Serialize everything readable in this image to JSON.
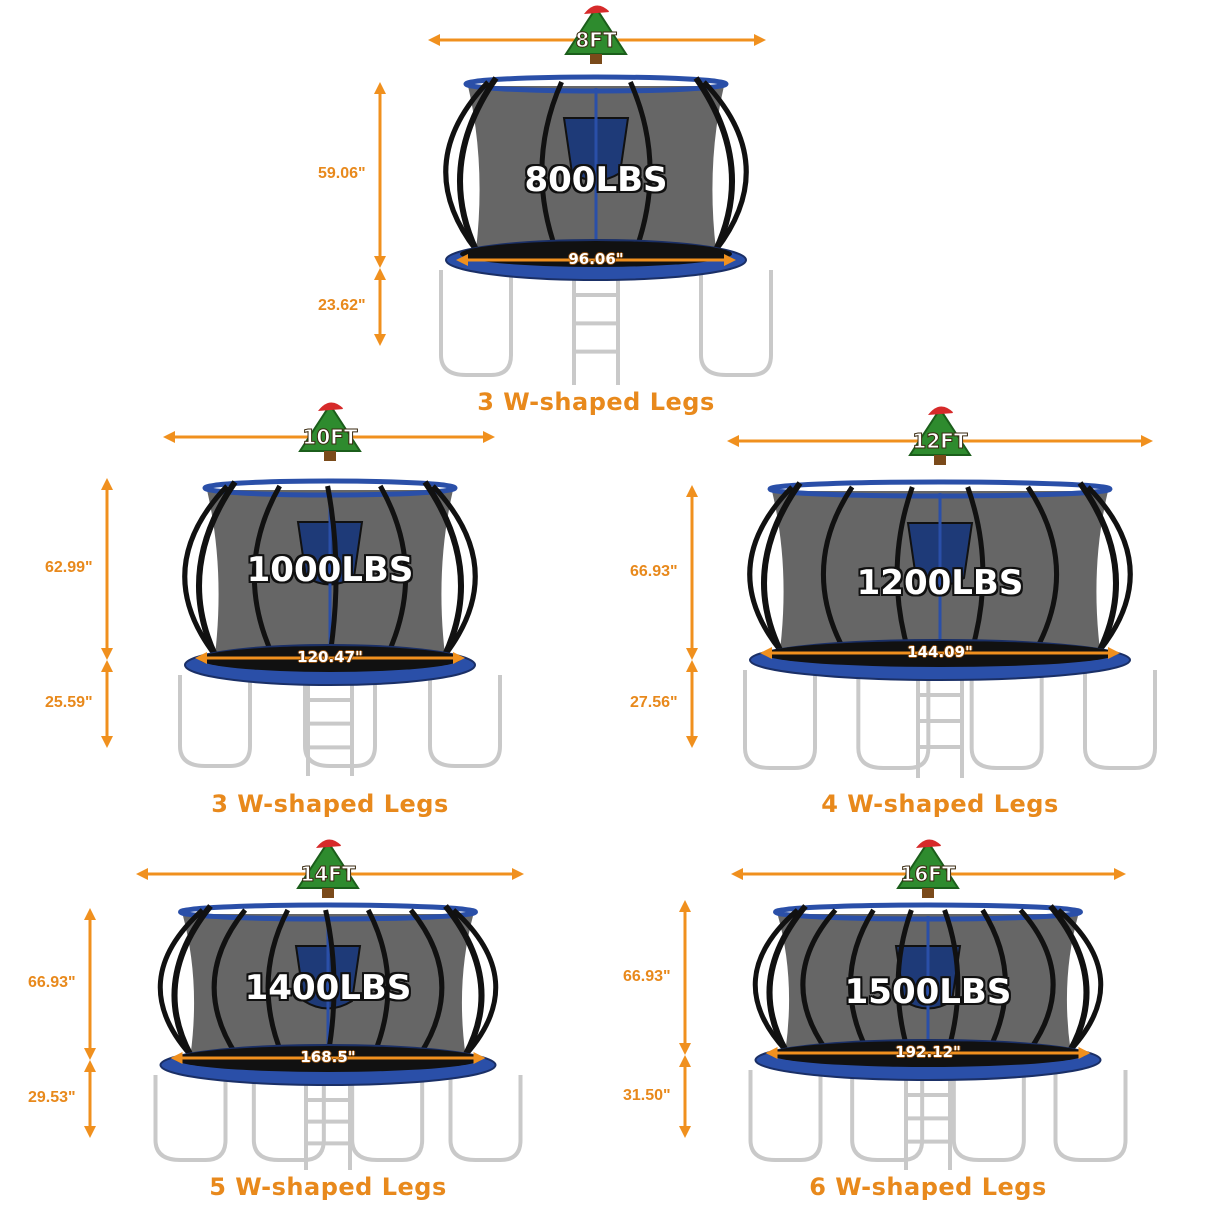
{
  "colors": {
    "accent": "#f0901e",
    "frame": "#2a4fa8",
    "net": "#5e5e5e",
    "pole": "#111111",
    "leg": "#c9c9c9",
    "tree": "#2e8b2e",
    "hat": "#d62a2a"
  },
  "icons": {
    "size_badge": "christmas-tree-icon"
  },
  "trampolines": [
    {
      "size": "8FT",
      "load": "800LBS",
      "diameter": "96.06\"",
      "net_height": "59.06\"",
      "leg_height": "23.62\"",
      "legs": "3 W-shaped Legs"
    },
    {
      "size": "10FT",
      "load": "1000LBS",
      "diameter": "120.47\"",
      "net_height": "62.99\"",
      "leg_height": "25.59\"",
      "legs": "3 W-shaped Legs"
    },
    {
      "size": "12FT",
      "load": "1200LBS",
      "diameter": "144.09\"",
      "net_height": "66.93\"",
      "leg_height": "27.56\"",
      "legs": "4 W-shaped Legs"
    },
    {
      "size": "14FT",
      "load": "1400LBS",
      "diameter": "168.5\"",
      "net_height": "66.93\"",
      "leg_height": "29.53\"",
      "legs": "5 W-shaped Legs"
    },
    {
      "size": "16FT",
      "load": "1500LBS",
      "diameter": "192.12\"",
      "net_height": "66.93\"",
      "leg_height": "31.50\"",
      "legs": "6 W-shaped Legs"
    }
  ]
}
